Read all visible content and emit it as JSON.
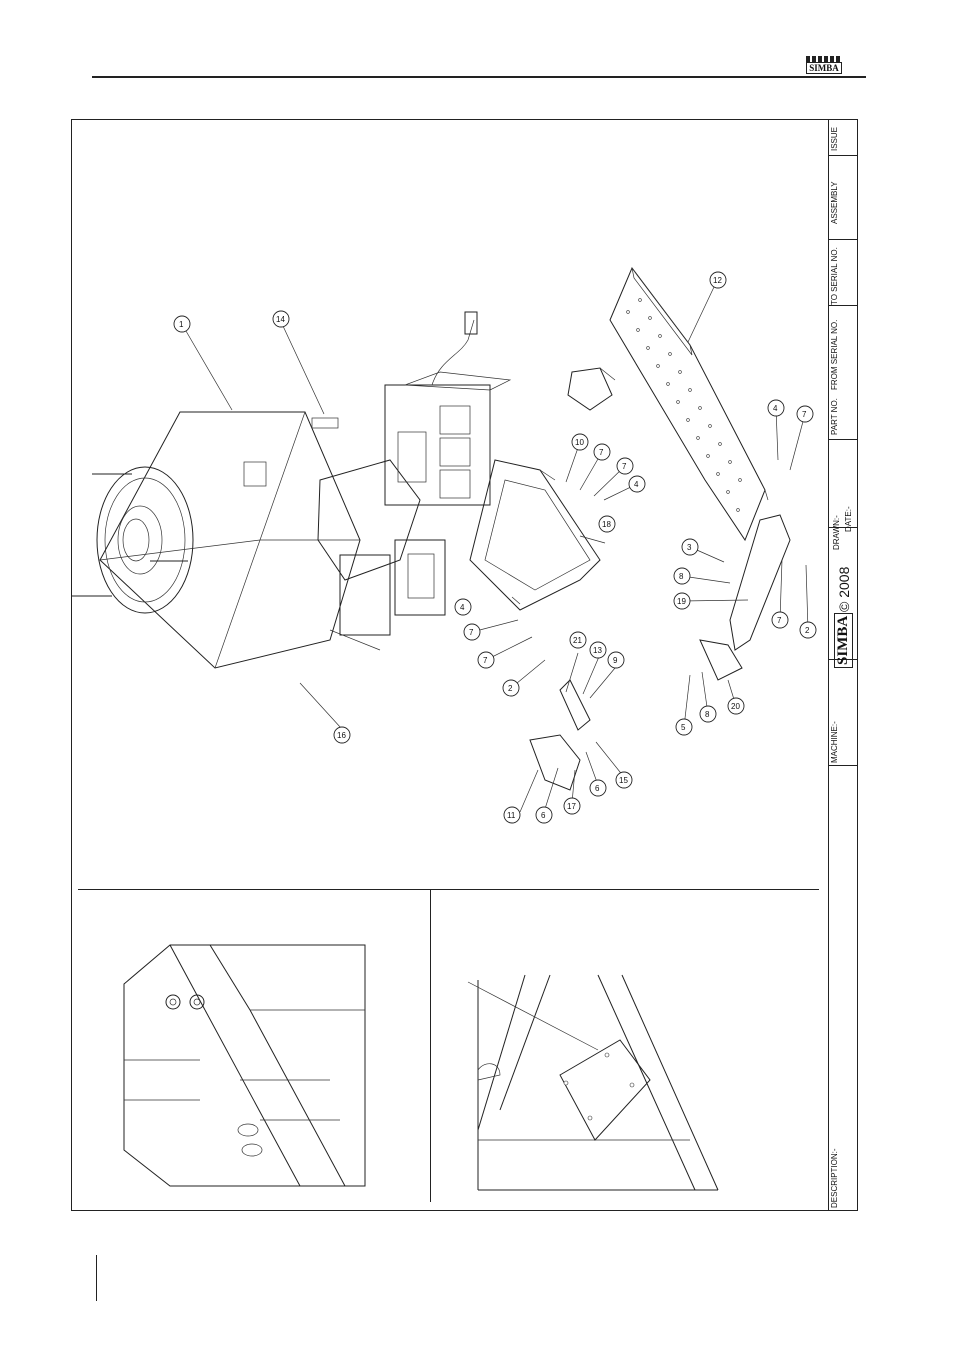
{
  "header": {
    "brand_logo": "SIMBA"
  },
  "title_block": {
    "issue_label": "ISSUE",
    "assembly_label": "ASSEMBLY",
    "to_serial_label": "TO SERIAL NO.",
    "from_serial_label": "FROM SERIAL NO.",
    "part_no_label": "PART NO.",
    "drawn_label": "DRAWN:-",
    "date_label": "DATE:-",
    "brand": "SIMBA",
    "copyright": "© 2008",
    "machine_label": "MACHINE:-",
    "description_label": "DESCRIPTION:-"
  },
  "callouts": [
    "1",
    "14",
    "16",
    "12",
    "10",
    "7",
    "7",
    "4",
    "4",
    "7",
    "18",
    "4",
    "7",
    "7",
    "2",
    "21",
    "13",
    "9",
    "3",
    "8",
    "19",
    "2",
    "7",
    "5",
    "8",
    "20",
    "11",
    "6",
    "17",
    "6",
    "15"
  ],
  "icons": {
    "logo": "simba-logo-icon"
  }
}
